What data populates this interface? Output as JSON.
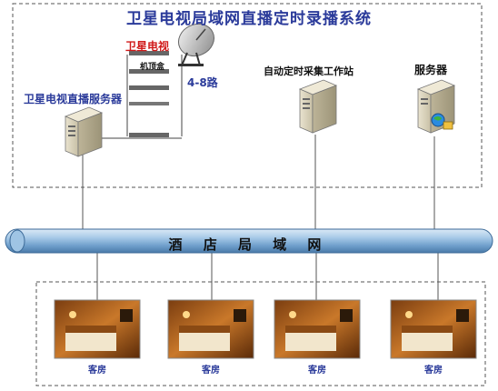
{
  "title": "卫星电视局域网直播定时录播系统",
  "satellite": {
    "label": "卫星电视",
    "settop_label": "机顶盒",
    "channels_label": "4-8路"
  },
  "live_server": {
    "label": "卫星电视直播服务器"
  },
  "workstation": {
    "label": "自动定时采集工作站"
  },
  "server": {
    "label": "服务器"
  },
  "network": {
    "label": "酒 店 局 域 网"
  },
  "rooms": [
    {
      "label": "客房"
    },
    {
      "label": "客房"
    },
    {
      "label": "客房"
    },
    {
      "label": "客房"
    }
  ],
  "colors": {
    "title": "#2a3a9a",
    "network_pipe": "#8ab4d8",
    "dashed_border": "#555555",
    "red_label": "#d01818"
  }
}
